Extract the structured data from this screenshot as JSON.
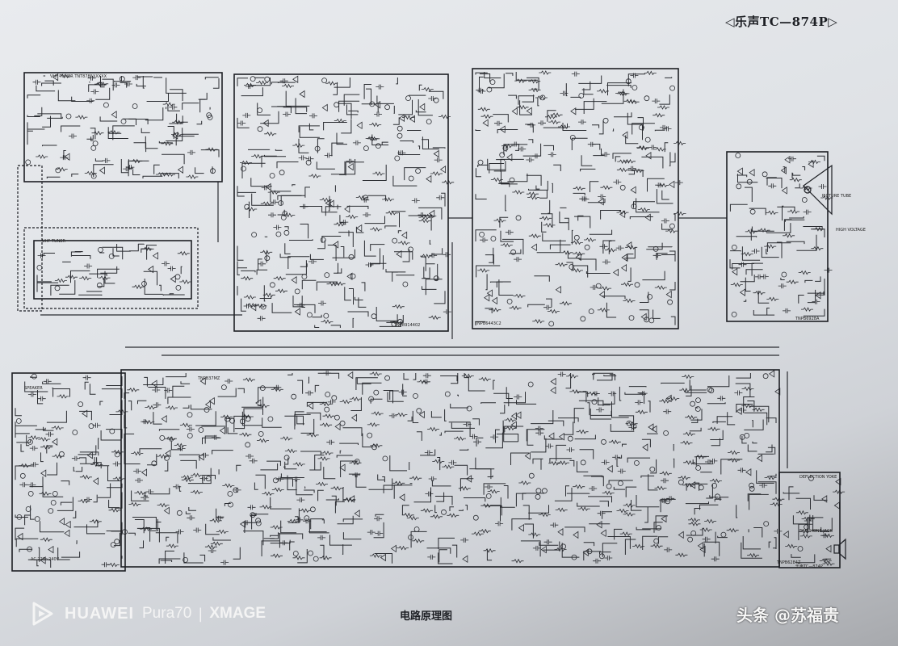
{
  "header": {
    "model_label": "◁乐声TC—874P▷"
  },
  "caption": "电路原理图",
  "watermark": {
    "brand": "HUAWEI",
    "model": "Pura70",
    "separator": "|",
    "tag": "XMAGE",
    "logo_icon": "huawei-watermark-icon"
  },
  "credit": "头条 @苏福贵",
  "board_labels": [
    {
      "id": "vhf-tuner",
      "text": "VHF TUNER   TNT8785XXXXX"
    },
    {
      "id": "uhf-tuner",
      "text": "UHF TUNER"
    },
    {
      "id": "if-board",
      "text": "TNPB914402"
    },
    {
      "id": "chroma-board",
      "text": "TNPB6443C2"
    },
    {
      "id": "crt-board",
      "text": "TNPB6928A"
    },
    {
      "id": "power-board",
      "text": "TNPB37MZ"
    },
    {
      "id": "main-board",
      "text": "TNPB6284Z"
    },
    {
      "id": "speaker",
      "text": "SPEAKER"
    },
    {
      "id": "earphone",
      "text": "EARPHONE JACK"
    },
    {
      "id": "deflection",
      "text": "DEFLECTION YOKE"
    },
    {
      "id": "picture-tube",
      "text": "PICTURE TUBE"
    },
    {
      "id": "high-voltage",
      "text": "HIGH VOLTAGE"
    },
    {
      "id": "power-in",
      "text": "AC 220~240V"
    },
    {
      "id": "tc-874p",
      "text": "乐声TC—874P"
    }
  ],
  "colors": {
    "paper": "#e4e6ea",
    "ink": "#1d1f24",
    "frame": "#2a2c31"
  }
}
